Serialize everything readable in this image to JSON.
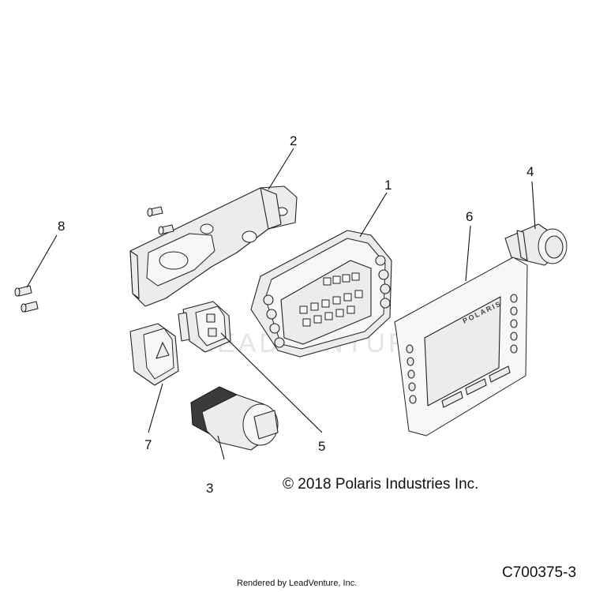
{
  "callouts": [
    {
      "number": "1",
      "part": "instrument-cluster"
    },
    {
      "number": "2",
      "part": "mounting-bracket"
    },
    {
      "number": "3",
      "part": "ignition-switch"
    },
    {
      "number": "4",
      "part": "power-outlet"
    },
    {
      "number": "5",
      "part": "rocker-switch-dual"
    },
    {
      "number": "6",
      "part": "cluster-bezel"
    },
    {
      "number": "7",
      "part": "hazard-switch"
    },
    {
      "number": "8",
      "part": "screws"
    }
  ],
  "bezel_logo": "POLARIS",
  "watermark": "LEADVENTURE",
  "copyright": "© 2018 Polaris Industries Inc.",
  "rendered_by": "Rendered by LeadVenture, Inc.",
  "part_number": "C700375-3"
}
